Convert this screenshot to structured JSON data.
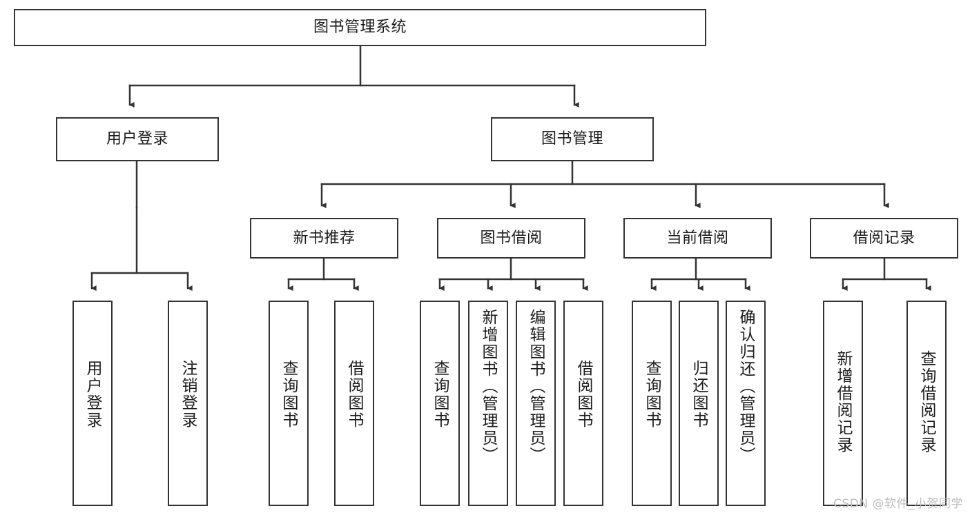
{
  "diagram": {
    "title": "图书管理系统",
    "type": "tree",
    "orientation": "top-down",
    "watermark": "CSDN @软件_小贺同学",
    "colors": {
      "box_border": "#333333",
      "box_fill": "#ffffff",
      "edge": "#333333",
      "text": "#1c1c1c",
      "watermark": "#bdbdbd",
      "background": "#ffffff"
    },
    "nodes": {
      "root": {
        "id": "root",
        "label": "图书管理系统",
        "level": 0,
        "orientation": "horizontal"
      },
      "level2": [
        {
          "id": "user-login",
          "label": "用户登录",
          "level": 1,
          "orientation": "horizontal"
        },
        {
          "id": "book-management",
          "label": "图书管理",
          "level": 1,
          "orientation": "horizontal"
        }
      ],
      "level3": [
        {
          "id": "new-book-recommend",
          "label": "新书推荐",
          "level": 2,
          "orientation": "horizontal",
          "parent": "book-management"
        },
        {
          "id": "book-borrow",
          "label": "图书借阅",
          "level": 2,
          "orientation": "horizontal",
          "parent": "book-management"
        },
        {
          "id": "current-borrow",
          "label": "当前借阅",
          "level": 2,
          "orientation": "horizontal",
          "parent": "book-management"
        },
        {
          "id": "borrow-record",
          "label": "借阅记录",
          "level": 2,
          "orientation": "horizontal",
          "parent": "book-management"
        }
      ],
      "leaves": [
        {
          "id": "leaf-user-login",
          "label": "用户登录",
          "parent": "user-login",
          "orientation": "vertical"
        },
        {
          "id": "leaf-logout",
          "label": "注销登录",
          "parent": "user-login",
          "orientation": "vertical"
        },
        {
          "id": "leaf-query-book-1",
          "label": "查询图书",
          "parent": "new-book-recommend",
          "orientation": "vertical"
        },
        {
          "id": "leaf-borrow-book-1",
          "label": "借阅图书",
          "parent": "new-book-recommend",
          "orientation": "vertical"
        },
        {
          "id": "leaf-query-book-2",
          "label": "查询图书",
          "parent": "book-borrow",
          "orientation": "vertical"
        },
        {
          "id": "leaf-add-book",
          "label": "新增图书（管理员）",
          "parent": "book-borrow",
          "orientation": "vertical"
        },
        {
          "id": "leaf-edit-book",
          "label": "编辑图书（管理员）",
          "parent": "book-borrow",
          "orientation": "vertical"
        },
        {
          "id": "leaf-borrow-book-2",
          "label": "借阅图书",
          "parent": "book-borrow",
          "orientation": "vertical"
        },
        {
          "id": "leaf-query-book-3",
          "label": "查询图书",
          "parent": "current-borrow",
          "orientation": "vertical"
        },
        {
          "id": "leaf-return-book",
          "label": "归还图书",
          "parent": "current-borrow",
          "orientation": "vertical"
        },
        {
          "id": "leaf-confirm-return",
          "label": "确认归还（管理员）",
          "parent": "current-borrow",
          "orientation": "vertical"
        },
        {
          "id": "leaf-add-record",
          "label": "新增借阅记录",
          "parent": "borrow-record",
          "orientation": "vertical"
        },
        {
          "id": "leaf-query-record",
          "label": "查询借阅记录",
          "parent": "borrow-record",
          "orientation": "vertical"
        }
      ]
    }
  }
}
